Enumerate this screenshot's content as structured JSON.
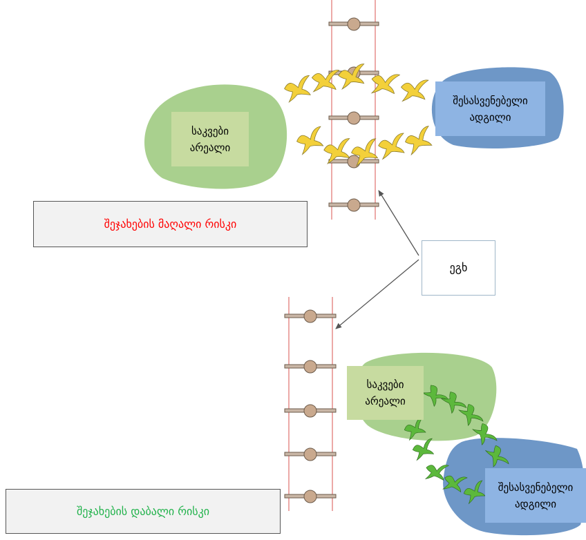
{
  "top": {
    "feeding_label": "საკვები\nარეალი",
    "roost_label": "შესასვენებელი\nადგილი",
    "risk_label": "შეჯახების მაღალი რისკი"
  },
  "emf_label": "ეგხ",
  "bottom": {
    "feeding_label": "საკვები\nარეალი",
    "roost_label": "შესასვენებელი\nადგილი",
    "risk_label": "შეჯახების დაბალი რისკი"
  },
  "colors": {
    "feeding_blob": "#a9d08e",
    "roost_blob": "#6e97c7",
    "wire": "#d9534f",
    "crossarm": "#c9b6a6",
    "insulator": "#c9a98e",
    "bird_high_risk": "#f3d03a",
    "bird_low_risk": "#5cb83c",
    "high_risk_text": "#ff0000",
    "low_risk_text": "#21b24b"
  },
  "icons": {
    "birds_top": "bird-icon",
    "birds_bottom": "bird-icon",
    "arrows": "arrow-icon"
  }
}
